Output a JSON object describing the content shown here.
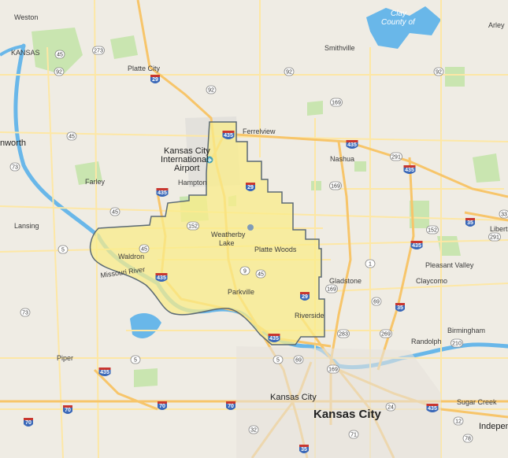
{
  "colors": {
    "land": "#efece4",
    "water": "#69b7e9",
    "park": "#c9e5b0",
    "highway": "#f7c56a",
    "arterial": "#fde7a5",
    "service_area_fill": "#f9ec8a",
    "service_area_border": "#5b6a74",
    "interstate_shield": "#3a68b8"
  },
  "labels": {
    "weston": "Weston",
    "kansas": "KANSAS",
    "platte_city": "Platte City",
    "clay_county_1": "Clay",
    "clay_county_2": "County of",
    "smithville": "Smithville",
    "arley": "Arley",
    "ferrelview": "Ferrelview",
    "nashua": "Nashua",
    "leavenworth": "nworth",
    "kci_1": "Kansas City",
    "kci_2": "International",
    "kci_3": "Airport",
    "farley": "Farley",
    "hampton": "Hampton",
    "lansing": "Lansing",
    "weatherby_1": "Weatherby",
    "weatherby_2": "Lake",
    "platte_woods": "Platte Woods",
    "waldron": "Waldron",
    "gladstone": "Gladstone",
    "pleasant_valley": "Pleasant Valley",
    "claycomo": "Claycomo",
    "liberty": "Libert",
    "parkville": "Parkville",
    "riverside": "Riverside",
    "birmingham": "Birmingham",
    "randolph": "Randolph",
    "piper": "Piper",
    "kansas_city_small": "Kansas City",
    "kansas_city_big": "Kansas City",
    "sugar_creek": "Sugar Creek",
    "independence": "Indepen",
    "missouri_river": "Missouri River"
  },
  "shields": {
    "us": [
      {
        "id": "us-45-a",
        "text": "45"
      },
      {
        "id": "us-273",
        "text": "273"
      },
      {
        "id": "us-92-a",
        "text": "92"
      },
      {
        "id": "us-92-b",
        "text": "92"
      },
      {
        "id": "us-92-c",
        "text": "92"
      },
      {
        "id": "us-92-d",
        "text": "92"
      },
      {
        "id": "us-169-a",
        "text": "169"
      },
      {
        "id": "us-45-b",
        "text": "45"
      },
      {
        "id": "us-291-a",
        "text": "291"
      },
      {
        "id": "us-169-b",
        "text": "169"
      },
      {
        "id": "us-45-c",
        "text": "45"
      },
      {
        "id": "us-152-a",
        "text": "152"
      },
      {
        "id": "us-152-b",
        "text": "152"
      },
      {
        "id": "us-291-b",
        "text": "291"
      },
      {
        "id": "us-45-d",
        "text": "45"
      },
      {
        "id": "us-5-a",
        "text": "5"
      },
      {
        "id": "us-1",
        "text": "1"
      },
      {
        "id": "us-9",
        "text": "9"
      },
      {
        "id": "us-45-e",
        "text": "45"
      },
      {
        "id": "us-169-c",
        "text": "169"
      },
      {
        "id": "us-69-a",
        "text": "69"
      },
      {
        "id": "us-283",
        "text": "283"
      },
      {
        "id": "us-269",
        "text": "269"
      },
      {
        "id": "us-210",
        "text": "210"
      },
      {
        "id": "us-5-b",
        "text": "5"
      },
      {
        "id": "us-5-c",
        "text": "5"
      },
      {
        "id": "us-69-b",
        "text": "69"
      },
      {
        "id": "us-169-d",
        "text": "169"
      },
      {
        "id": "us-24",
        "text": "24"
      },
      {
        "id": "us-12",
        "text": "12"
      },
      {
        "id": "us-32",
        "text": "32"
      },
      {
        "id": "us-71",
        "text": "71"
      },
      {
        "id": "us-78",
        "text": "78"
      },
      {
        "id": "us-73-a",
        "text": "73"
      },
      {
        "id": "us-73-b",
        "text": "73"
      },
      {
        "id": "us-33",
        "text": "33"
      }
    ],
    "interstate": [
      {
        "id": "i-29-a",
        "text": "29"
      },
      {
        "id": "i-435-a",
        "text": "435"
      },
      {
        "id": "i-435-b",
        "text": "435"
      },
      {
        "id": "i-435-c",
        "text": "435"
      },
      {
        "id": "i-29-b",
        "text": "29"
      },
      {
        "id": "i-435-d",
        "text": "435"
      },
      {
        "id": "i-35-a",
        "text": "35"
      },
      {
        "id": "i-435-e",
        "text": "435"
      },
      {
        "id": "i-435-f",
        "text": "435"
      },
      {
        "id": "i-29-c",
        "text": "29"
      },
      {
        "id": "i-35-b",
        "text": "35"
      },
      {
        "id": "i-635",
        "text": "435"
      },
      {
        "id": "i-435-g",
        "text": "435"
      },
      {
        "id": "i-70-a",
        "text": "70"
      },
      {
        "id": "i-70-b",
        "text": "70"
      },
      {
        "id": "i-70-c",
        "text": "70"
      },
      {
        "id": "i-70-d",
        "text": "70"
      },
      {
        "id": "i-435-h",
        "text": "435"
      },
      {
        "id": "i-35-c",
        "text": "35"
      }
    ]
  }
}
